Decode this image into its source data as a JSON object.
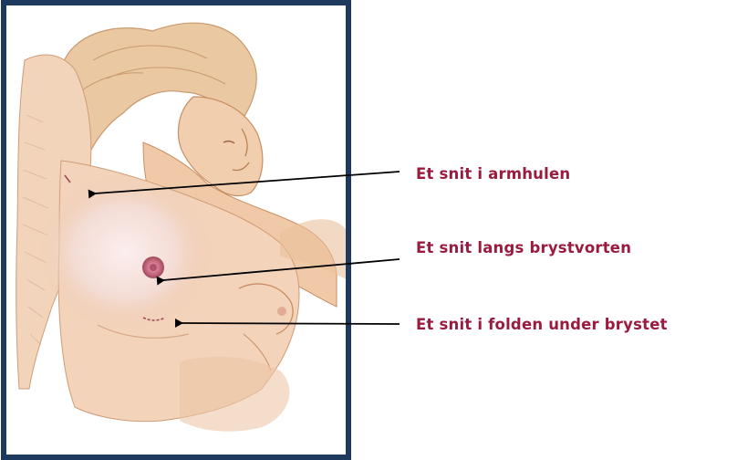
{
  "colors": {
    "frame": "#1f3a5f",
    "label_text": "#9b1b3f",
    "arrow": "#000000",
    "skin_light": "#f3d5bd",
    "skin_mid": "#e8b48f",
    "skin_shadow": "#c98e63",
    "hair": "#e9c8a2",
    "nipple": "#c4627a"
  },
  "labels": {
    "armpit": "Et snit i armhulen",
    "nipple": "Et snit langs brystvorten",
    "fold": "Et snit i folden under brystet"
  }
}
